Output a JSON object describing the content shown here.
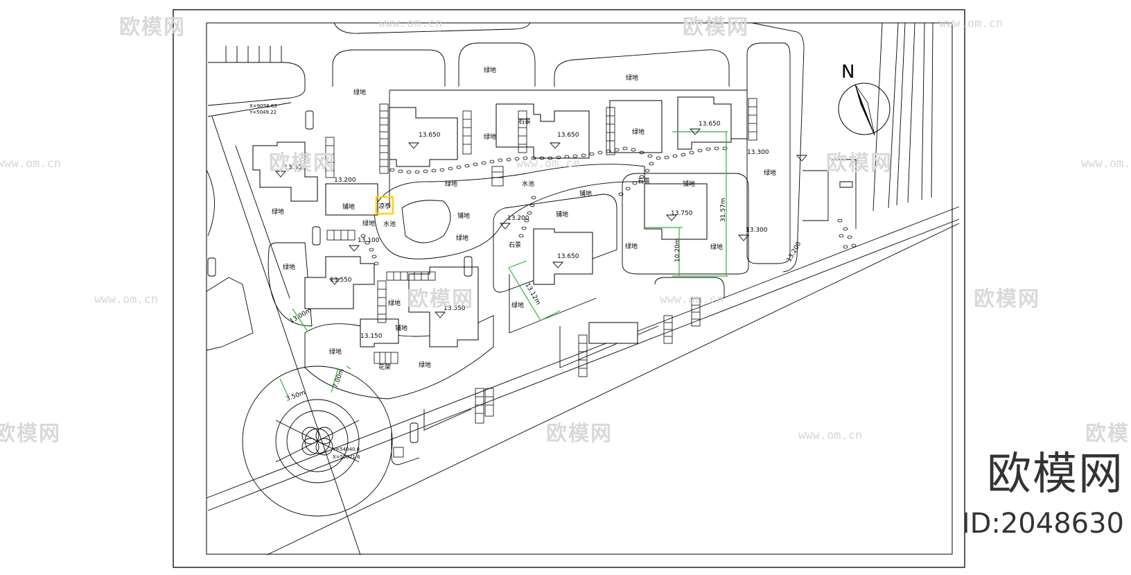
{
  "watermarks": {
    "logo_text": "欧模网",
    "url_text": "www.om.cn"
  },
  "brand": {
    "name": "欧模网",
    "id": "ID:2048630"
  },
  "compass": {
    "north": "N"
  },
  "coordinates": {
    "top_left_x": "X=9058.63",
    "top_left_y": "Y=5049.22",
    "roundabout_y": "Y=54040.8",
    "roundabout_x": "X=57021.6"
  },
  "labels": {
    "green": "绿地",
    "paving": "铺地",
    "pond": "水池",
    "pavilion": "凉亭",
    "rock": "石景",
    "trellis": "花架"
  },
  "elevations": [
    "13.650",
    "13.650",
    "13.650",
    "13.650",
    "13.650",
    "13.750",
    "13.550",
    "13.550",
    "13.150",
    "13.200",
    "13.200",
    "13.100",
    "13.300",
    "13.300",
    "13.200"
  ],
  "dimensions": [
    "31.57m",
    "10.20m",
    "13.12m",
    "13.00m",
    "3.50m",
    "7.00m"
  ]
}
